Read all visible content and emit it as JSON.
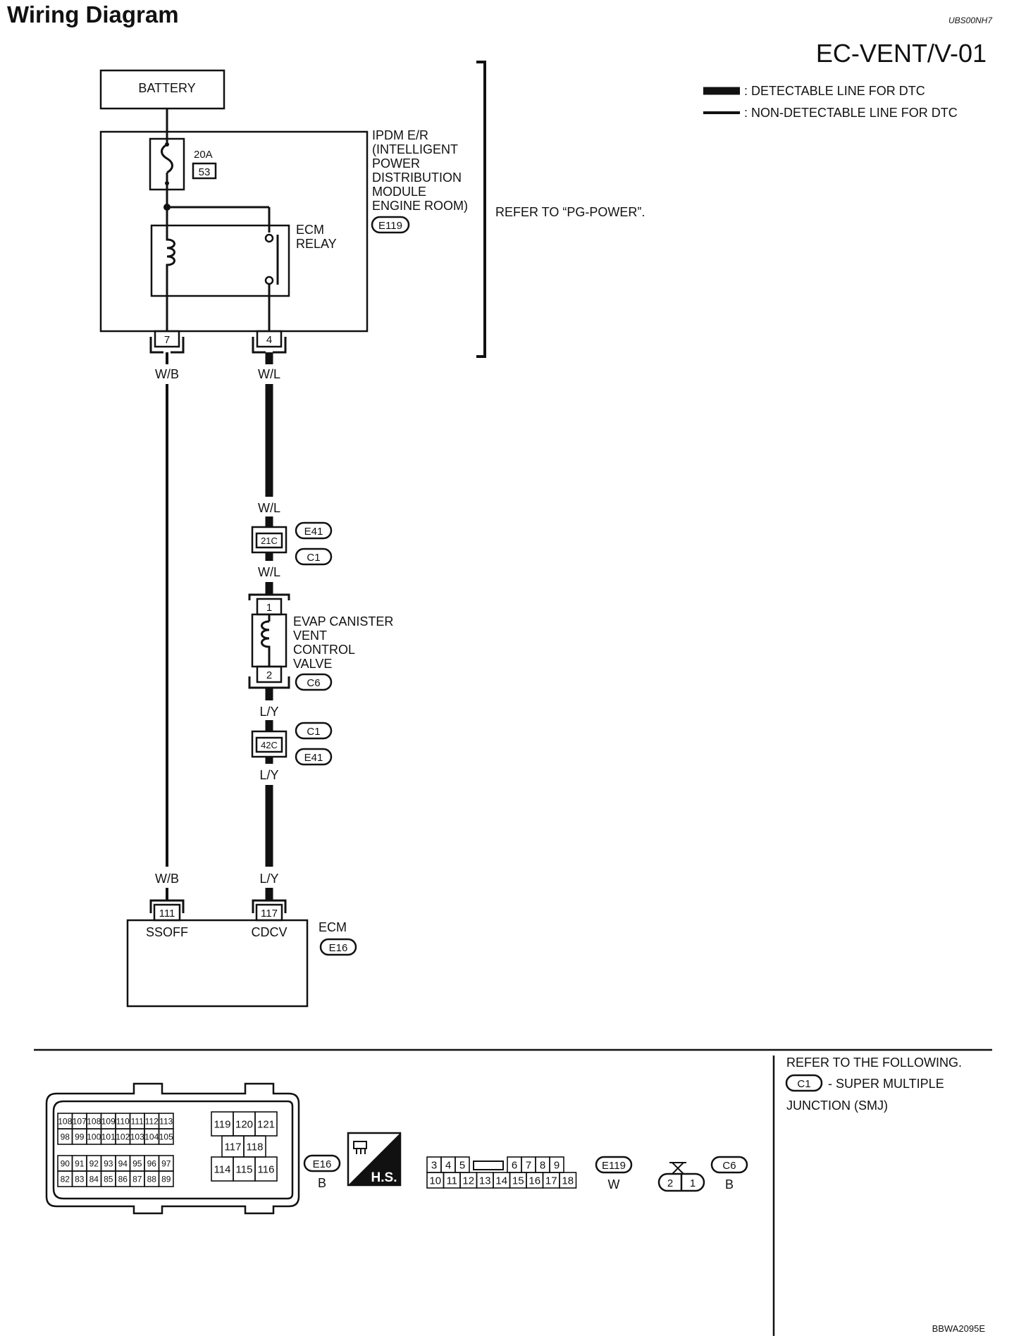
{
  "header": {
    "title": "Wiring Diagram",
    "section_code": "EC-VENT/V-01",
    "doc_id": "UBS00NH7",
    "figure_id": "BBWA2095E"
  },
  "legend": {
    "detectable": ": DETECTABLE LINE FOR DTC",
    "non_detectable": ": NON-DETECTABLE LINE FOR DTC"
  },
  "battery": {
    "label": "BATTERY"
  },
  "ipdm": {
    "lines": [
      "IPDM E/R",
      "(INTELLIGENT",
      "POWER",
      "DISTRIBUTION",
      "MODULE",
      "ENGINE ROOM)"
    ],
    "connector": "E119",
    "fuse_rating": "20A",
    "fuse_number": "53",
    "relay_lines": [
      "ECM",
      "RELAY"
    ],
    "pin_left": "7",
    "pin_right": "4"
  },
  "refer_power": "REFER TO “PG-POWER”.",
  "wires": {
    "wb_top": "W/B",
    "wl_top": "W/L",
    "wl_mid": "W/L",
    "wl_below": "W/L",
    "ly_above": "L/Y",
    "ly_below": "L/Y",
    "wb_bottom": "W/B",
    "ly_bottom": "L/Y"
  },
  "junctions": {
    "upper_pin": "21C",
    "upper_tags": [
      "E41",
      "C1"
    ],
    "lower_pin": "42C",
    "lower_tags": [
      "C1",
      "E41"
    ]
  },
  "valve": {
    "lines": [
      "EVAP CANISTER",
      "VENT",
      "CONTROL",
      "VALVE"
    ],
    "pin_top": "1",
    "pin_bottom": "2",
    "connector": "C6"
  },
  "ecm": {
    "label": "ECM",
    "connector": "E16",
    "pin_left": "111",
    "pin_right": "117",
    "terminal_left": "SSOFF",
    "terminal_right": "CDCV"
  },
  "footer": {
    "refer_text": "REFER TO THE FOLLOWING.",
    "smj_tag": "C1",
    "smj_text": "- SUPER MULTIPLE",
    "smj_text2": "JUNCTION (SMJ)",
    "e16_tag": "E16",
    "e16_color": "B",
    "hs_label": "H.S.",
    "e119_tag": "E119",
    "e119_color": "W",
    "c6_tag": "C6",
    "c6_color": "B"
  },
  "ecm_connector_pins": {
    "row1": [
      "108",
      "107",
      "108",
      "109",
      "110",
      "111",
      "112",
      "113"
    ],
    "row2": [
      "98",
      "99",
      "100",
      "101",
      "102",
      "103",
      "104",
      "105"
    ],
    "row3": [
      "90",
      "91",
      "92",
      "93",
      "94",
      "95",
      "96",
      "97"
    ],
    "row4": [
      "82",
      "83",
      "84",
      "85",
      "86",
      "87",
      "88",
      "89"
    ],
    "right_top": [
      "119",
      "120",
      "121"
    ],
    "right_mid": [
      "117",
      "118"
    ],
    "right_bottom": [
      "114",
      "115",
      "116"
    ]
  },
  "e119_pins": {
    "top": [
      "3",
      "4",
      "5",
      "",
      "6",
      "7",
      "8",
      "9"
    ],
    "bottom": [
      "10",
      "11",
      "12",
      "13",
      "14",
      "15",
      "16",
      "17",
      "18"
    ]
  },
  "c6_pins": [
    "2",
    "1"
  ]
}
